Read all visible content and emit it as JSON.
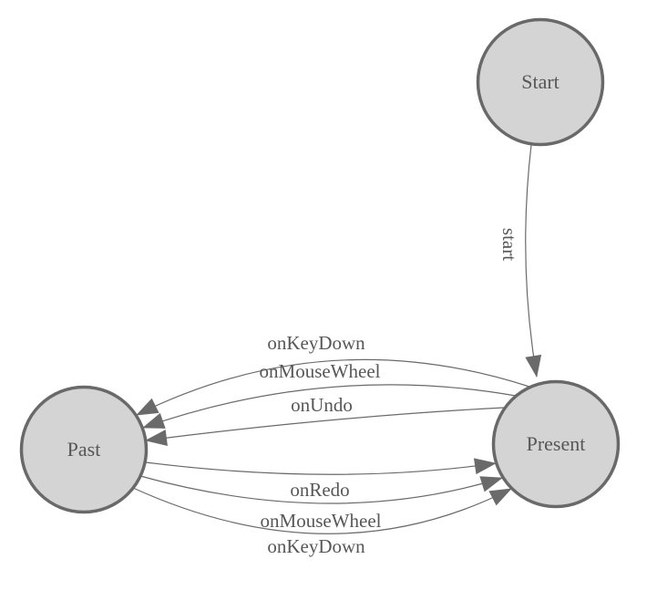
{
  "diagram": {
    "type": "state-machine",
    "background": "#ffffff",
    "colors": {
      "node_fill": "#d4d4d4",
      "node_border": "#696969",
      "edge_stroke": "#6a6a6a",
      "arrowhead_fill": "#6a6a6a",
      "label_text": "#575757"
    },
    "nodes": [
      {
        "id": "start",
        "label": "Start"
      },
      {
        "id": "present",
        "label": "Present"
      },
      {
        "id": "past",
        "label": "Past"
      }
    ],
    "edges": [
      {
        "from": "Start",
        "to": "Present",
        "label": "start"
      },
      {
        "from": "Present",
        "to": "Past",
        "label": "onKeyDown"
      },
      {
        "from": "Present",
        "to": "Past",
        "label": "onMouseWheel"
      },
      {
        "from": "Present",
        "to": "Past",
        "label": "onUndo"
      },
      {
        "from": "Past",
        "to": "Present",
        "label": "onRedo"
      },
      {
        "from": "Past",
        "to": "Present",
        "label": "onMouseWheel"
      },
      {
        "from": "Past",
        "to": "Present",
        "label": "onKeyDown"
      }
    ]
  }
}
